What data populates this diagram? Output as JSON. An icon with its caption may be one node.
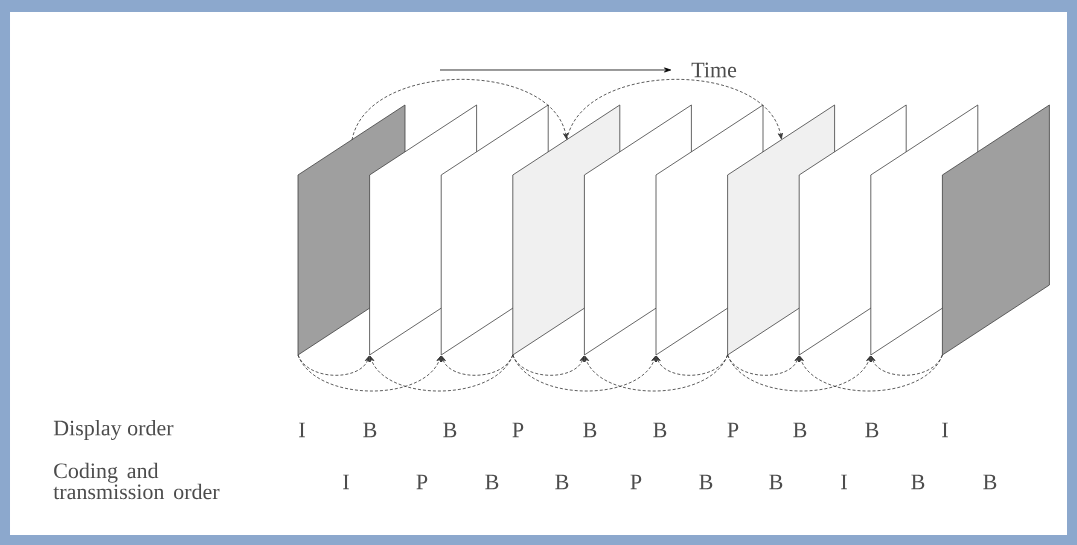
{
  "diagram": {
    "nodes": [
      {
        "text": [],
        "shape": "parallelogram"
      },
      {
        "text": [],
        "shape": "parallelogram"
      },
      {
        "text": [],
        "shape": "parallelogram"
      },
      {
        "text": [],
        "shape": "parallelogram"
      },
      {
        "text": [],
        "shape": "parallelogram"
      },
      {
        "text": [],
        "shape": "parallelogram"
      },
      {
        "text": [],
        "shape": "parallelogram"
      },
      {
        "text": [],
        "shape": "parallelogram"
      },
      {
        "text": [],
        "shape": "parallelogram"
      },
      {
        "text": [],
        "shape": "parallelogram"
      }
    ],
    "edges": [
      {
        "from": 0,
        "to": 3,
        "arrow": "to"
      },
      {
        "from": 3,
        "to": 6,
        "arrow": "to"
      },
      {
        "from": 0,
        "to": 1,
        "arrow": "to"
      },
      {
        "from": 0,
        "to": 2,
        "arrow": "to"
      },
      {
        "from": 3,
        "to": 1,
        "arrow": "to"
      },
      {
        "from": 3,
        "to": 2,
        "arrow": "to"
      },
      {
        "from": 3,
        "to": 4,
        "arrow": "to"
      },
      {
        "from": 3,
        "to": 5,
        "arrow": "to"
      },
      {
        "from": 6,
        "to": 4,
        "arrow": "to"
      },
      {
        "from": 6,
        "to": 5,
        "arrow": "to"
      },
      {
        "from": 6,
        "to": 7,
        "arrow": "to"
      },
      {
        "from": 6,
        "to": 8,
        "arrow": "to"
      },
      {
        "from": 9,
        "to": 7,
        "arrow": "to"
      },
      {
        "from": 9,
        "to": 8,
        "arrow": "to"
      }
    ],
    "labels": [
      "Time",
      "Display order",
      "I",
      "B",
      "B",
      "P",
      "B",
      "B",
      "P",
      "B",
      "B",
      "I",
      "Coding and transmission order",
      "I",
      "P",
      "B",
      "B",
      "P",
      "B",
      "B",
      "I",
      "B",
      "B"
    ]
  }
}
